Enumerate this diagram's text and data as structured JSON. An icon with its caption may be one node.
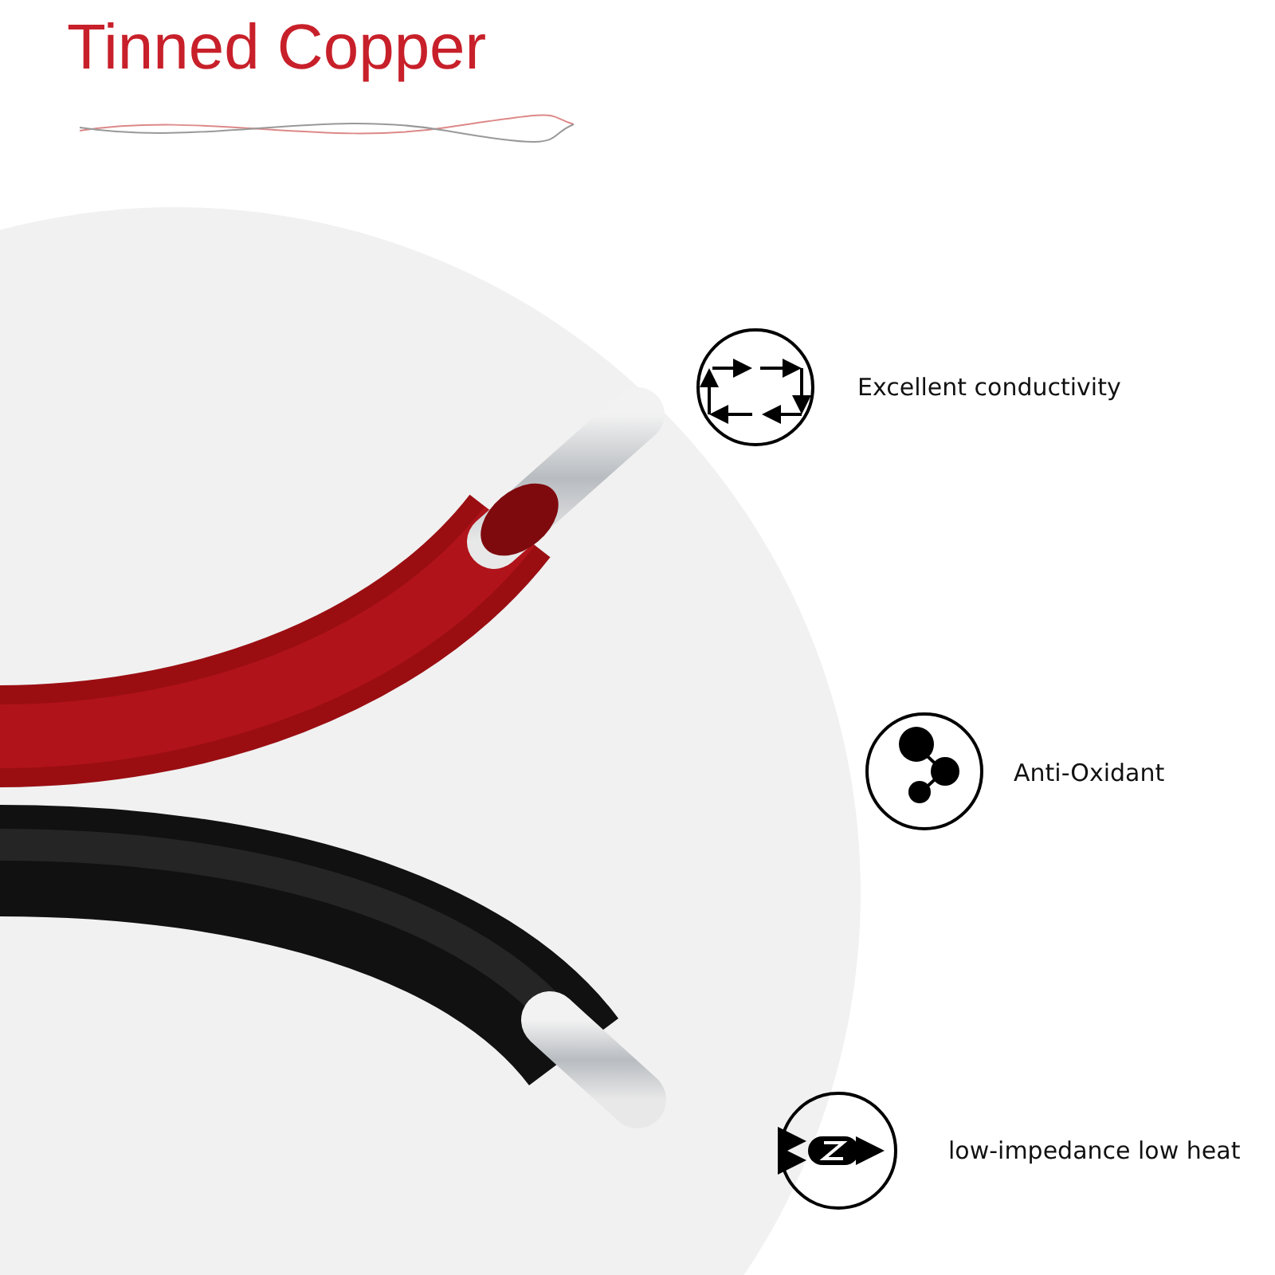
{
  "diagram": {
    "title": "Tinned Copper",
    "labels": [
      "Excellent conductivity",
      "Anti-Oxidant",
      "low-impedance low heat"
    ]
  }
}
